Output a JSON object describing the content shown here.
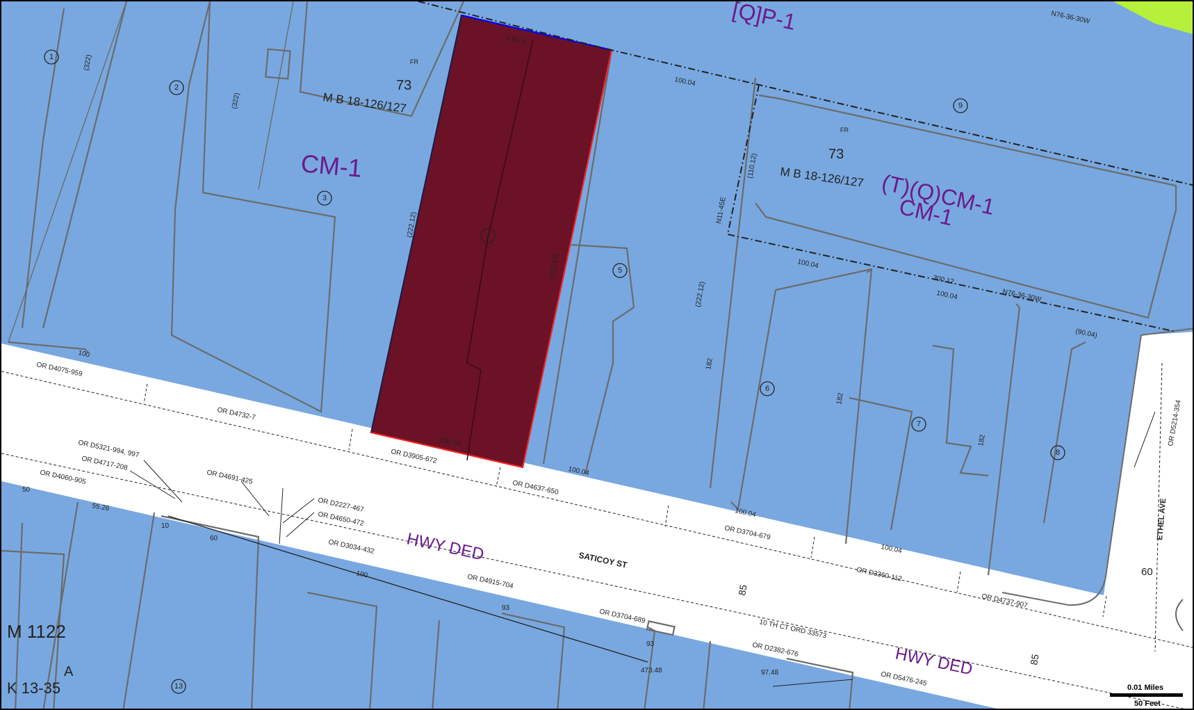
{
  "zones": {
    "cm1_left": "CM-1",
    "tq_cm1": "(T)(Q)CM-1",
    "cm1_right": "CM-1",
    "top_zone": "[Q]P-1",
    "hwy_ded_1": "HWY DED",
    "hwy_ded_2": "HWY DED"
  },
  "streets": {
    "saticoy": "SATICOY ST",
    "ethel": "ETHEL AVE"
  },
  "tract": {
    "fr_left": "FR",
    "num_left": "73",
    "mb_left": "M B 18-126/127",
    "fr_right": "FR",
    "num_right": "73",
    "mb_right": "M B 18-126/127",
    "bottom_left_mb": "M 1122",
    "bottom_left_a": "A",
    "bottom_left_ref": "K 13-35"
  },
  "bearings": {
    "top": "N76-36-30W",
    "middle": "N76-36-30W",
    "side": "N11-45E"
  },
  "dims": {
    "d_100_04_top": "100.04",
    "d_100_04_a": "100.04",
    "d_100_04_b": "100.04",
    "d_100_04_c": "100.04",
    "d_100_04_d": "100.04",
    "d_100_04_e": "100.04",
    "d_100_04_f": "100.04",
    "d_100_04_g": "100.04",
    "d_300_12": "300.12",
    "d_90_04": "(90.04)",
    "d_322_a": "(322)",
    "d_322_b": "(322)",
    "d_222_12_a": "(222.12)",
    "d_222_12_b": "(222.12)",
    "d_222_12_c": "(222.12)",
    "d_110_12": "(110.12)",
    "d_182_a": "182",
    "d_182_b": "182",
    "d_182_c": "182",
    "d_100": "100",
    "d_473_48": "473.48",
    "d_97_48": "97.48",
    "d_93_a": "93",
    "d_93_b": "93",
    "d_60_a": "60",
    "d_60_b": "60",
    "d_50": "50",
    "d_10": "10",
    "d_85_a": "85",
    "d_85_b": "85",
    "d_55_26": "55.26"
  },
  "records": {
    "r1": "OR D4075-959",
    "r2": "OR D4732-7",
    "r3": "OR D3905-672",
    "r4": "OR D4637-650",
    "r5": "OR D3704-679",
    "r6": "OR D3360-112",
    "r7": "OR D4737-907",
    "r8": "OR D5321-994, 997",
    "r9": "OR D4717-208",
    "r10": "OR D4060-905",
    "r11": "OR D4691-425",
    "r12": "OR D2227-467",
    "r13": "OR D4650-472",
    "r14": "OR D3034-432",
    "r15": "OR D4915-704",
    "r16": "OR D3704-689",
    "r17": "OR D2382-676",
    "r18": "OR D5476-245",
    "r19": "OR D5214-354",
    "r20": "10 TH CT ORD 33573"
  },
  "lots": [
    "1",
    "2",
    "3",
    "4",
    "5",
    "6",
    "7",
    "8",
    "9",
    "13"
  ],
  "scale": {
    "miles": "0.01 Miles",
    "feet": "50 Feet"
  },
  "colors": {
    "parcel_fill": "#79a8e0",
    "highlight": "#6b1226",
    "zone_text": "#6a1a8a",
    "top_right_green": "#b7f03a"
  }
}
